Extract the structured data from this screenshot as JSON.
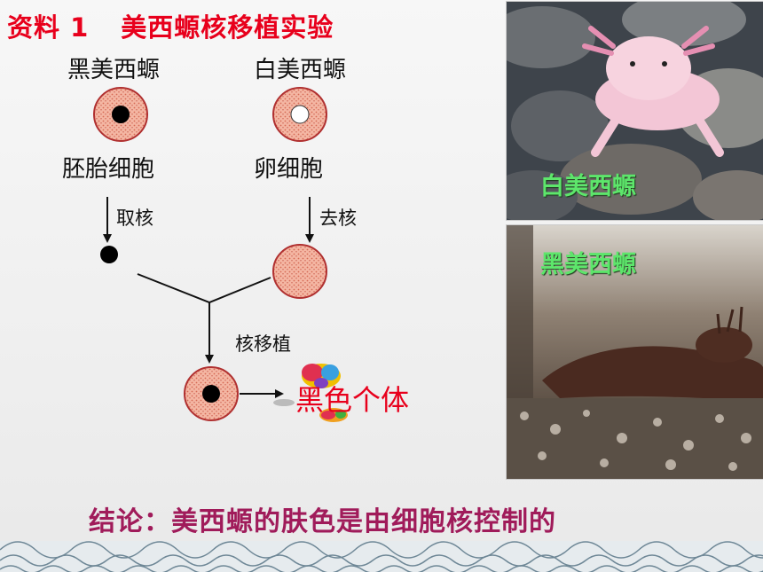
{
  "title": {
    "label": "资料 1",
    "main": "美西螈核移植实验"
  },
  "diagram": {
    "black_axolotl": "黑美西螈",
    "white_axolotl": "白美西螈",
    "embryo_cell": "胚胎细胞",
    "egg_cell": "卵细胞",
    "take_nucleus": "取核",
    "remove_nucleus": "去核",
    "nuclear_transfer": "核移植",
    "result": "黑色个体"
  },
  "photos": {
    "white_label": "白美西螈",
    "black_label": "黑美西螈"
  },
  "conclusion": "结论：美西螈的肤色是由细胞核控制的",
  "colors": {
    "title": "#e8001c",
    "cell_fill": "#f2a58e",
    "cell_ring": "#b03030",
    "conclusion": "#a01b5a",
    "photo_label": "#5de66b"
  }
}
